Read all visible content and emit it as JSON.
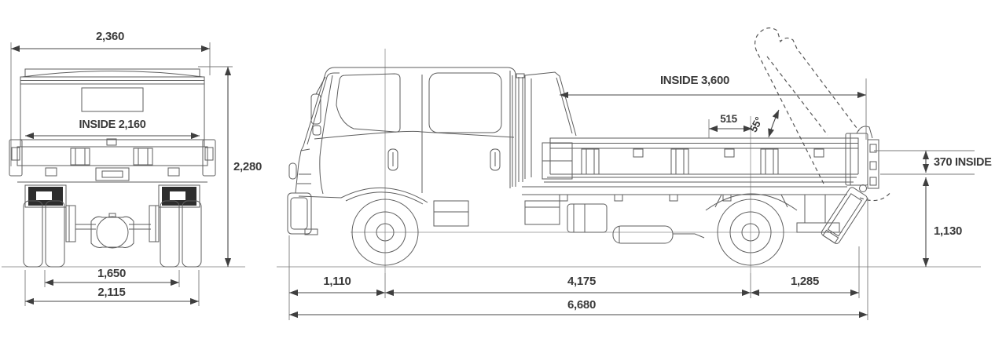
{
  "figure": {
    "rear_view": {
      "dims": {
        "overall_width": "2,360",
        "inside_width": "INSIDE 2,160",
        "overall_height": "2,280",
        "rear_track": "1,650",
        "overall_width_over_tyres": "2,115"
      }
    },
    "side_view": {
      "dims": {
        "inside_length": "INSIDE 3,600",
        "pivot_offset": "515",
        "tip_angle": "55°",
        "inside_height": "370 INSIDE",
        "deck_height": "1,130",
        "front_overhang": "1,110",
        "wheelbase": "4,175",
        "rear_overhang": "1,285",
        "overall_length": "6,680"
      }
    },
    "colors": {
      "background": "#ffffff",
      "line_art": "#5e5e5e",
      "dimension_lines": "#474747",
      "label_text": "#3a3a3a",
      "dark_fill": "#2e2e2e"
    }
  }
}
